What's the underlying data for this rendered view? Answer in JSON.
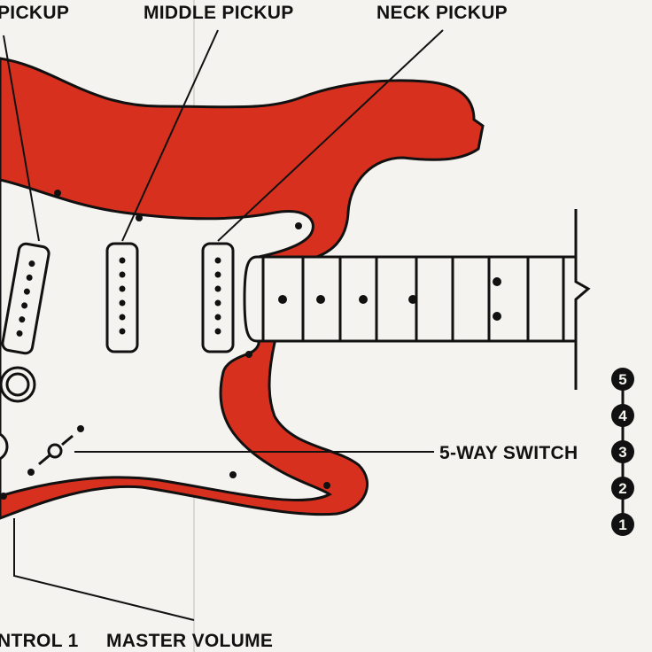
{
  "labels": {
    "bridge_pickup": "PICKUP",
    "middle_pickup": "MIDDLE PICKUP",
    "neck_pickup": "NECK PICKUP",
    "five_way_switch": "5-WAY SWITCH",
    "control_1": "NTROL 1",
    "master_volume": "MASTER VOLUME"
  },
  "switch_positions": [
    "5",
    "4",
    "3",
    "2",
    "1"
  ],
  "colors": {
    "body": "#d8301f",
    "pickguard": "#f4f3ef",
    "ink": "#111111",
    "paper": "#f4f3ef"
  }
}
